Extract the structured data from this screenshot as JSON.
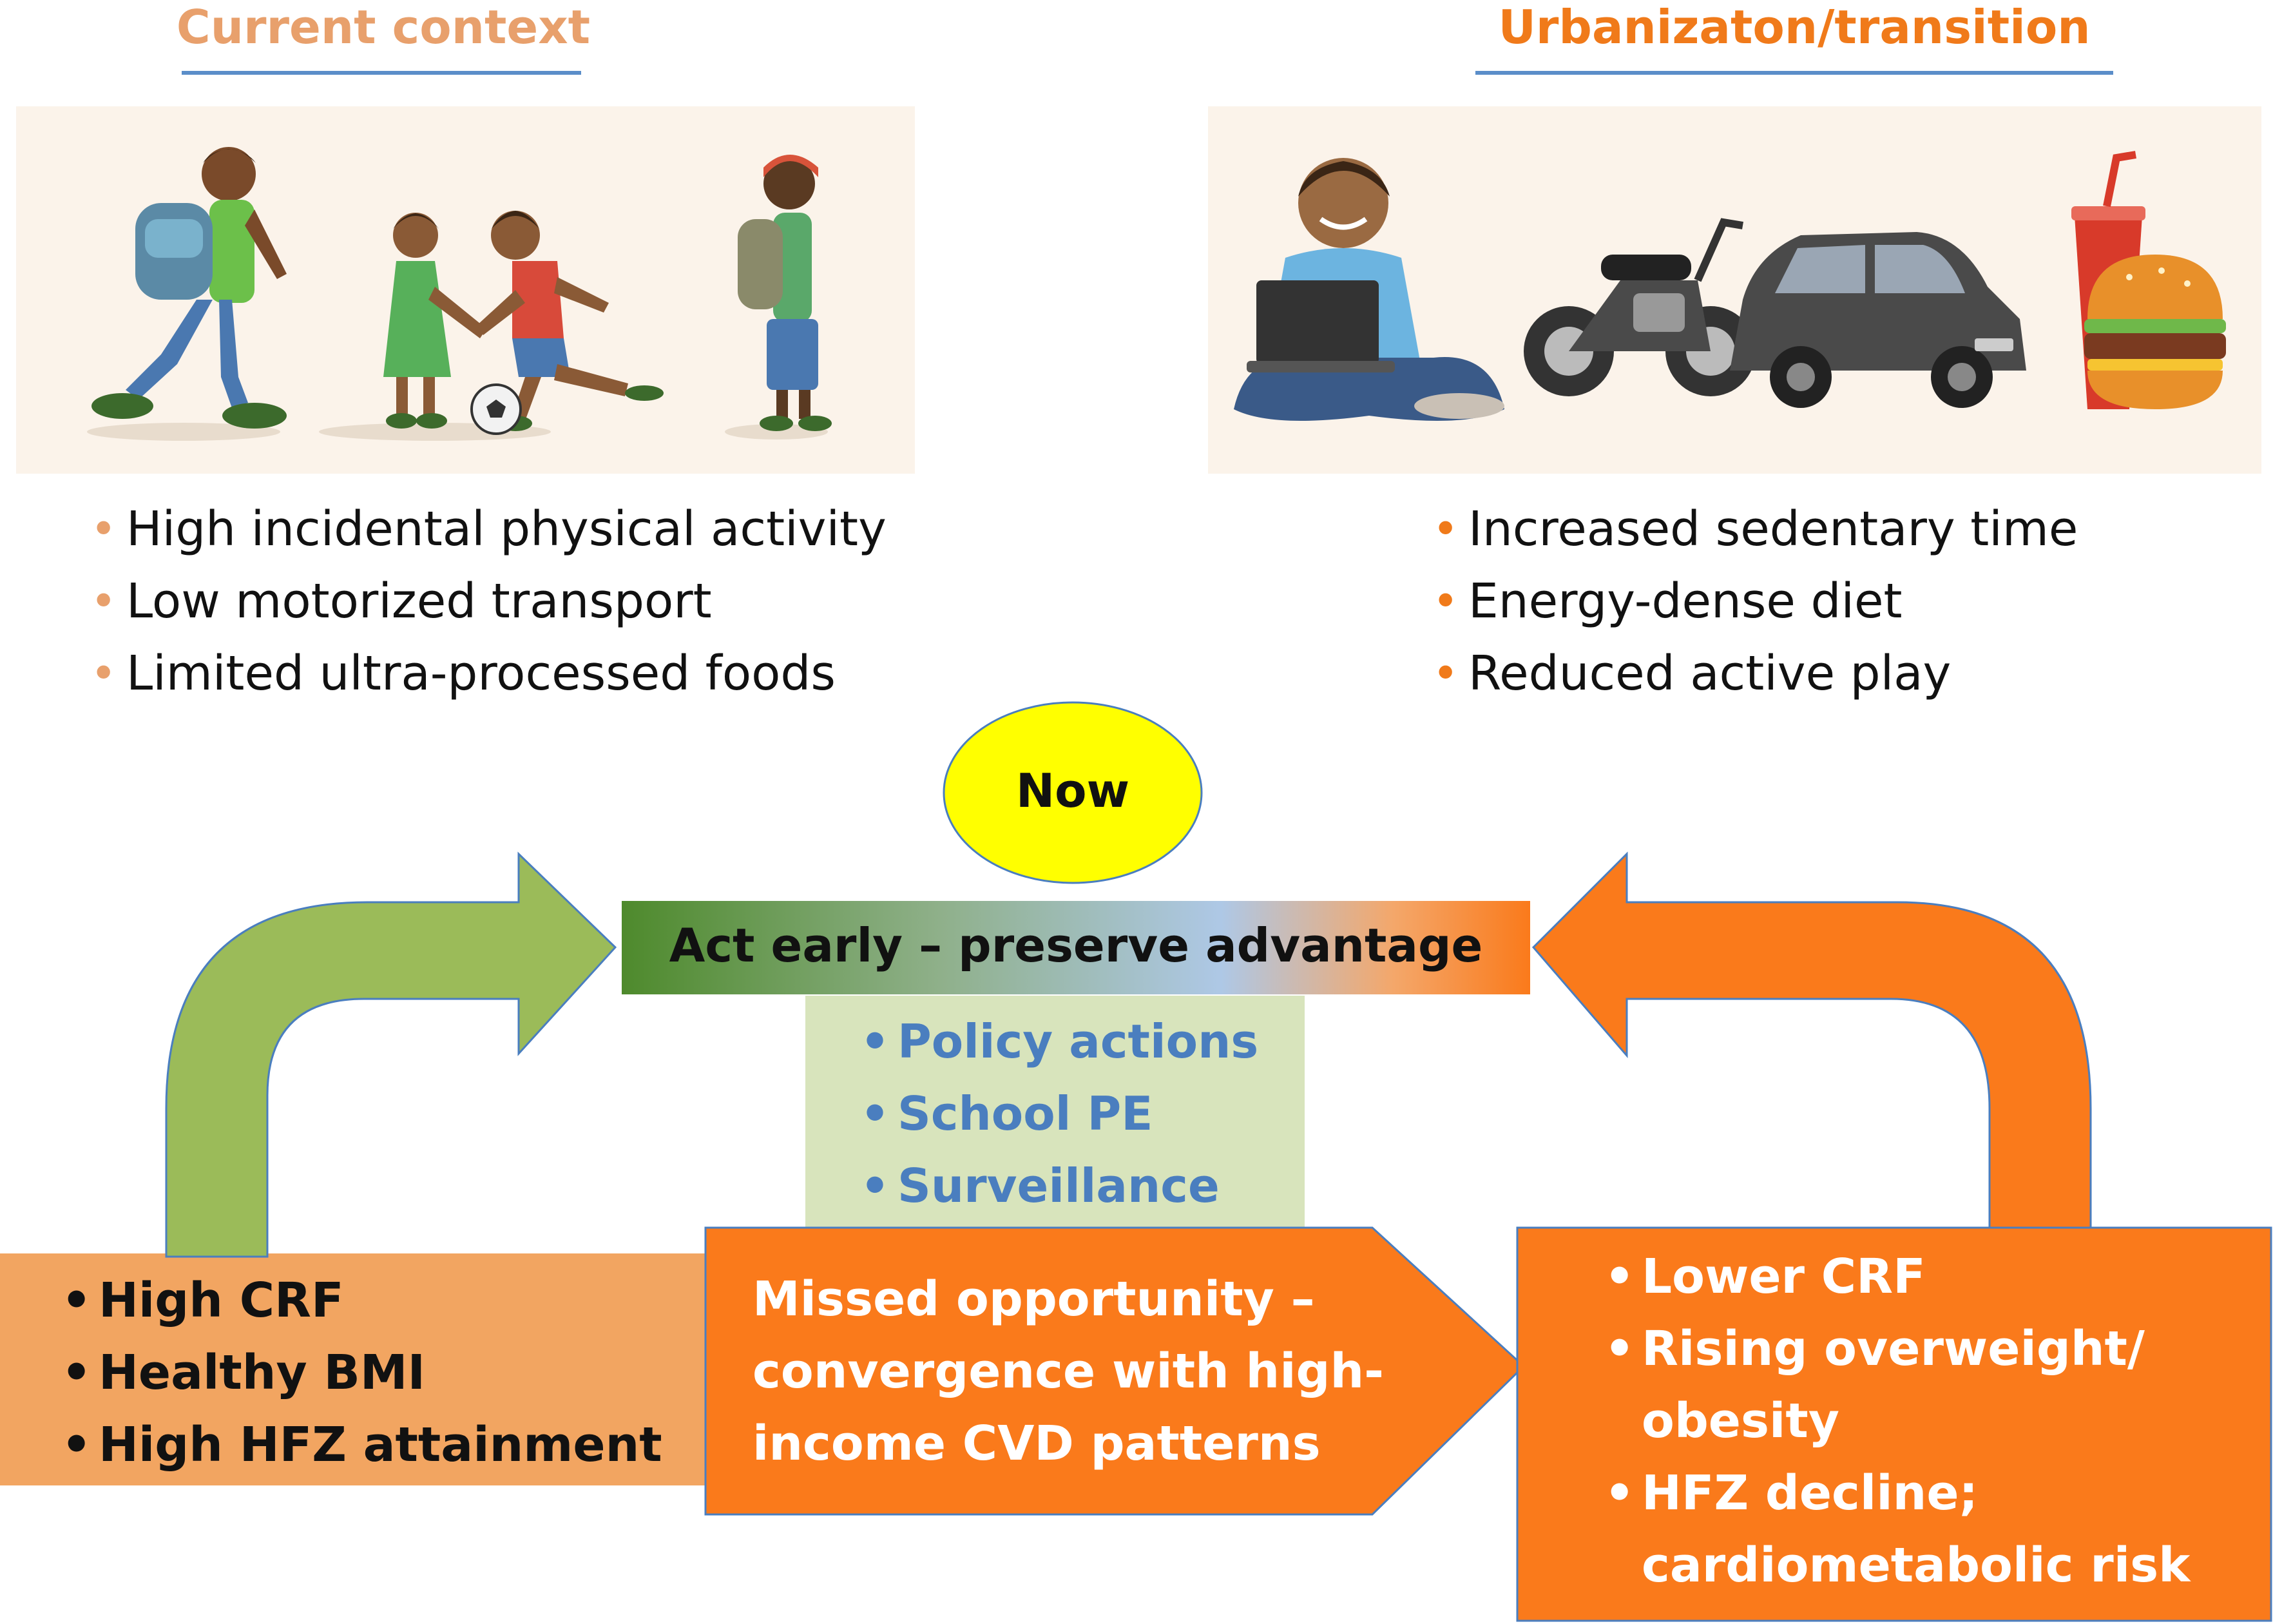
{
  "left": {
    "heading": "Current context",
    "bullets": [
      "High incidental physical activity",
      "Low motorized transport",
      "Limited ultra-processed foods"
    ]
  },
  "right": {
    "heading": "Urbanizaton/transition",
    "bullets": [
      "Increased sedentary time",
      "Energy-dense diet",
      "Reduced active play"
    ]
  },
  "center": {
    "now_label": "Now",
    "banner": "Act early – preserve advantage",
    "actions": [
      "Policy actions",
      "School PE",
      "Surveillance"
    ]
  },
  "bottom": {
    "left_box": [
      "High CRF",
      "Healthy BMI",
      "High HFZ attainment"
    ],
    "arrow_text": [
      "Missed opportunity –",
      "convergence with high-",
      "income CVD patterns"
    ],
    "right_box": [
      {
        "lines": [
          "Lower CRF"
        ]
      },
      {
        "lines": [
          "Rising overweight/",
          "obesity"
        ]
      },
      {
        "lines": [
          "HFZ decline;",
          "cardiometabolic risk"
        ]
      }
    ]
  },
  "colors": {
    "heading_left": "#e8a06c",
    "heading_right": "#f07a1a",
    "green_arrow": "#9bbb59",
    "orange": "#fa7a1b",
    "light_orange": "#f2a561",
    "action_bg": "#d8e4bc",
    "action_text": "#4a7ebf",
    "now_fill": "#ffff00"
  },
  "icons": [
    "child-walking-backpack-icon",
    "children-playing-soccer-icon",
    "girl-backpack-icon",
    "boy-laptop-icon",
    "motorcycle-icon",
    "car-icon",
    "soda-cup-icon",
    "burger-icon"
  ]
}
